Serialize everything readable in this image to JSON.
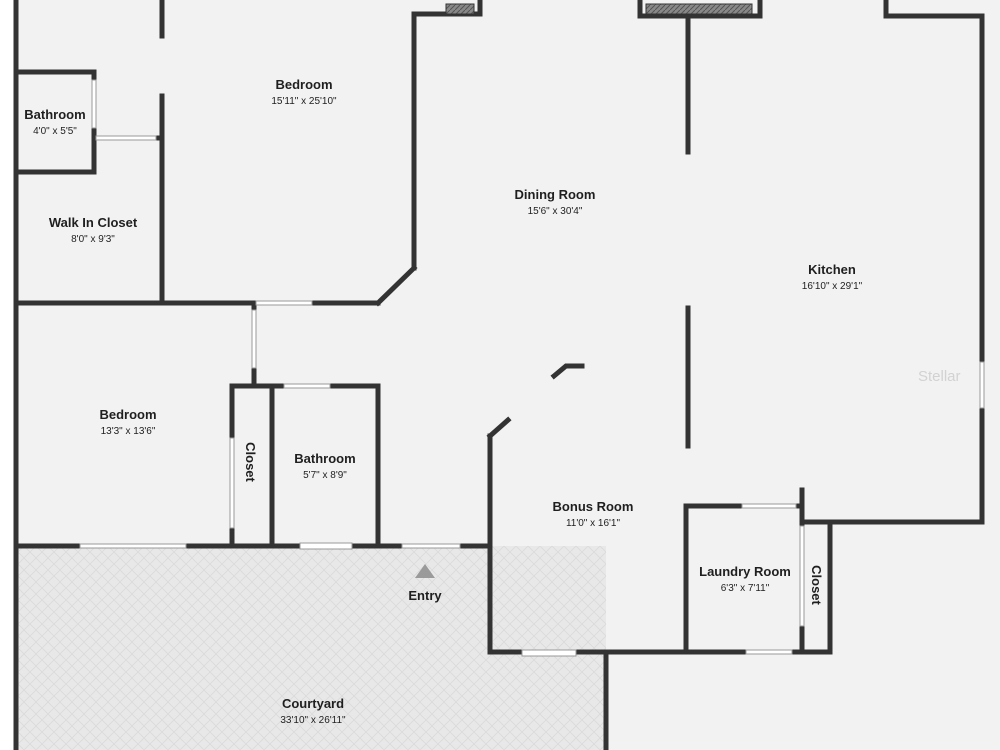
{
  "rooms": {
    "bedroom_top": {
      "name": "Bedroom",
      "dims": "15'11\" x 25'10\""
    },
    "bathroom_small": {
      "name": "Bathroom",
      "dims": "4'0\" x 5'5\""
    },
    "walk_in_closet": {
      "name": "Walk In Closet",
      "dims": "8'0\" x 9'3\""
    },
    "dining_room": {
      "name": "Dining Room",
      "dims": "15'6\" x 30'4\""
    },
    "kitchen": {
      "name": "Kitchen",
      "dims": "16'10\" x 29'1\""
    },
    "bedroom_left": {
      "name": "Bedroom",
      "dims": "13'3\" x 13'6\""
    },
    "closet_left": {
      "name": "Closet"
    },
    "bathroom_mid": {
      "name": "Bathroom",
      "dims": "5'7\" x 8'9\""
    },
    "bonus_room": {
      "name": "Bonus Room",
      "dims": "11'0\" x 16'1\""
    },
    "laundry_room": {
      "name": "Laundry Room",
      "dims": "6'3\" x 7'11\""
    },
    "closet_right": {
      "name": "Closet"
    },
    "courtyard": {
      "name": "Courtyard",
      "dims": "33'10\" x 26'11\""
    }
  },
  "entry": {
    "label": "Entry"
  },
  "watermark": "Stellar",
  "colors": {
    "floor": "#f2f2f2",
    "wall": "#333333",
    "courtyard": "#e8e8e8",
    "window": "#ffffff"
  }
}
